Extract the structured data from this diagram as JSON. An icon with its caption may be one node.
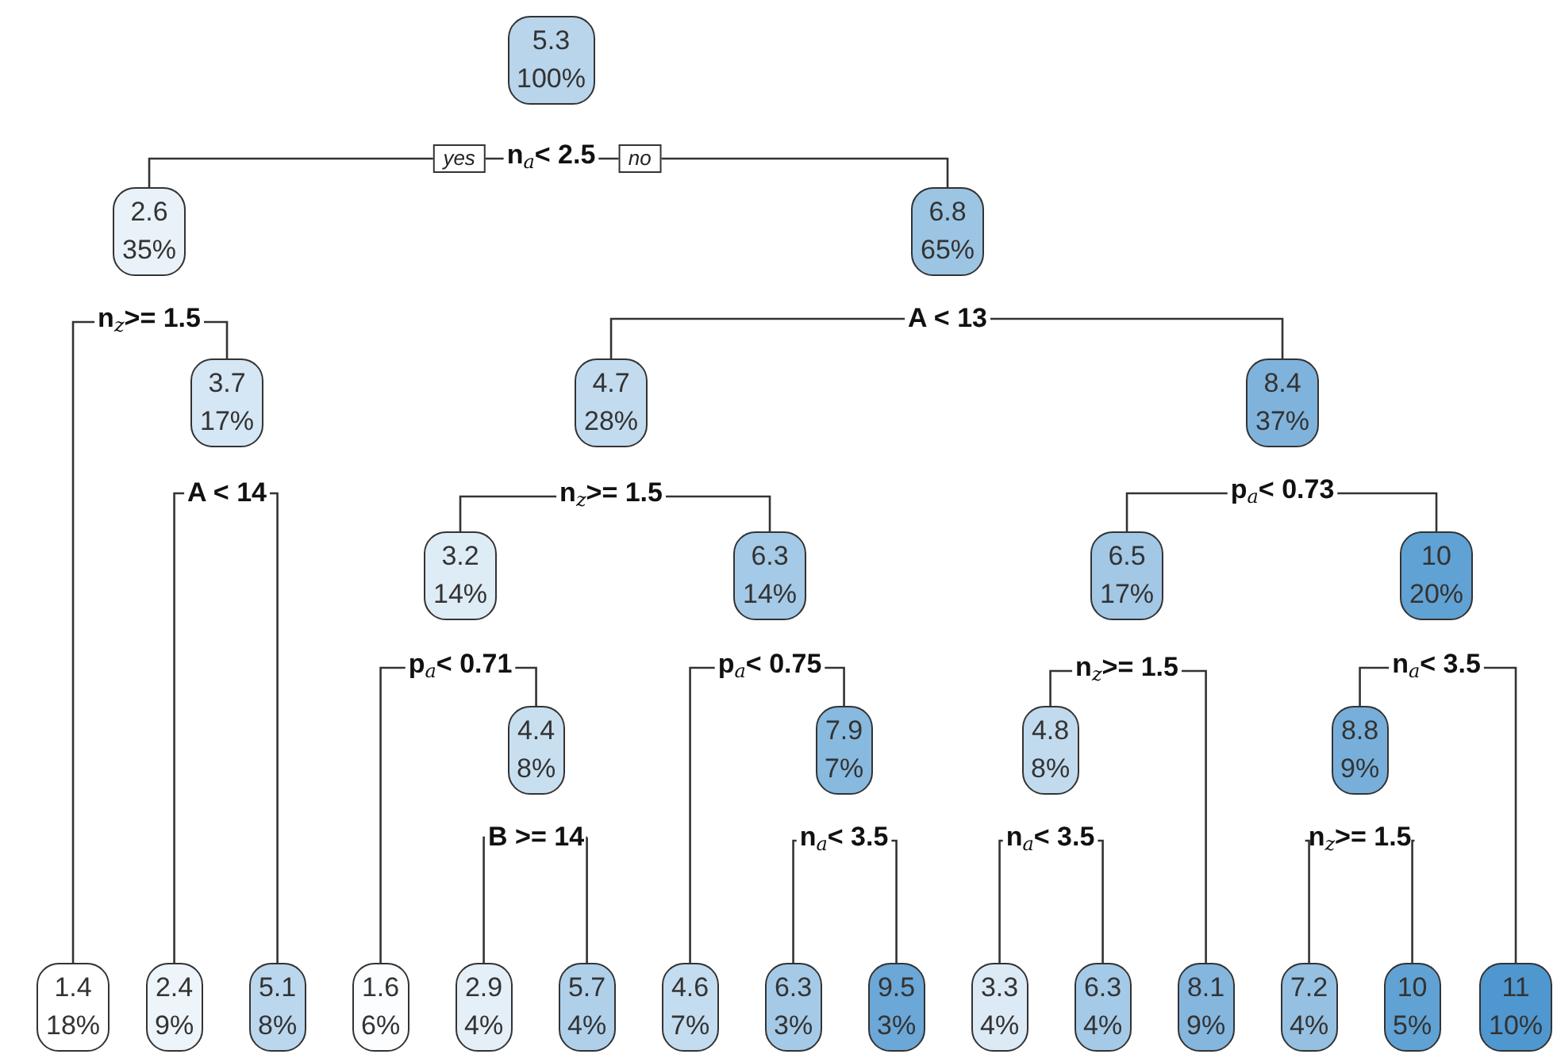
{
  "diagram": {
    "nodes": [
      {
        "text": [
          "5.3",
          "100%"
        ],
        "beside": [
          "n$_{a}$< 2.5"
        ]
      },
      {
        "text": [
          "2.6",
          "35%"
        ],
        "beside": [
          "n$_{z}$>= 1.5"
        ]
      },
      {
        "text": [
          "6.8",
          "65%"
        ],
        "beside": [
          "A < 13"
        ]
      },
      {
        "text": [
          "3.7",
          "17%"
        ],
        "beside": [
          "A < 14"
        ]
      },
      {
        "text": [
          "4.7",
          "28%"
        ],
        "beside": [
          "n$_{z}$>= 1.5"
        ]
      },
      {
        "text": [
          "8.4",
          "37%"
        ],
        "beside": [
          "p$_{a}$< 0.73"
        ]
      },
      {
        "text": [
          "3.2",
          "14%"
        ],
        "beside": [
          "p$_{a}$< 0.71"
        ]
      },
      {
        "text": [
          "6.3",
          "14%"
        ],
        "beside": [
          "p$_{a}$< 0.75"
        ]
      },
      {
        "text": [
          "6.5",
          "17%"
        ],
        "beside": [
          "n$_{z}$>= 1.5"
        ]
      },
      {
        "text": [
          "10",
          "20%"
        ],
        "beside": [
          "n$_{a}$< 3.5"
        ]
      },
      {
        "text": [
          "4.4",
          "8%"
        ],
        "beside": [
          "B >= 14"
        ]
      },
      {
        "text": [
          "7.9",
          "7%"
        ],
        "beside": [
          "n$_{a}$< 3.5"
        ]
      },
      {
        "text": [
          "4.8",
          "8%"
        ],
        "beside": [
          "n$_{a}$< 3.5"
        ]
      },
      {
        "text": [
          "8.8",
          "9%"
        ],
        "beside": [
          "n$_{z}$>= 1.5"
        ]
      },
      {
        "text": [
          "1.4",
          "18%"
        ]
      },
      {
        "text": [
          "2.4",
          "9%"
        ]
      },
      {
        "text": [
          "5.1",
          "8%"
        ]
      },
      {
        "text": [
          "1.6",
          "6%"
        ]
      },
      {
        "text": [
          "2.9",
          "4%"
        ]
      },
      {
        "text": [
          "5.7",
          "4%"
        ]
      },
      {
        "text": [
          "4.6",
          "7%"
        ]
      },
      {
        "text": [
          "6.3",
          "3%"
        ]
      },
      {
        "text": [
          "9.5",
          "3%"
        ]
      },
      {
        "text": [
          "3.3",
          "4%"
        ]
      },
      {
        "text": [
          "6.3",
          "4%"
        ]
      },
      {
        "text": [
          "8.1",
          "9%"
        ]
      },
      {
        "text": [
          "7.2",
          "4%"
        ]
      },
      {
        "text": [
          "10",
          "5%"
        ]
      },
      {
        "text": [
          "11",
          "10%"
        ]
      }
    ],
    "edges": [
      {
        "from": 0,
        "to": 1,
        "arrow": "none",
        "label": "yes"
      },
      {
        "from": 0,
        "to": 2,
        "arrow": "none",
        "label": "no"
      },
      {
        "from": 1,
        "to": 14,
        "arrow": "none"
      },
      {
        "from": 1,
        "to": 3,
        "arrow": "none"
      },
      {
        "from": 3,
        "to": 15,
        "arrow": "none"
      },
      {
        "from": 3,
        "to": 16,
        "arrow": "none"
      },
      {
        "from": 2,
        "to": 4,
        "arrow": "none"
      },
      {
        "from": 2,
        "to": 5,
        "arrow": "none"
      },
      {
        "from": 4,
        "to": 6,
        "arrow": "none"
      },
      {
        "from": 4,
        "to": 7,
        "arrow": "none"
      },
      {
        "from": 6,
        "to": 17,
        "arrow": "none"
      },
      {
        "from": 6,
        "to": 10,
        "arrow": "none"
      },
      {
        "from": 10,
        "to": 18,
        "arrow": "none"
      },
      {
        "from": 10,
        "to": 19,
        "arrow": "none"
      },
      {
        "from": 7,
        "to": 20,
        "arrow": "none"
      },
      {
        "from": 7,
        "to": 11,
        "arrow": "none"
      },
      {
        "from": 11,
        "to": 21,
        "arrow": "none"
      },
      {
        "from": 11,
        "to": 22,
        "arrow": "none"
      },
      {
        "from": 5,
        "to": 8,
        "arrow": "none"
      },
      {
        "from": 5,
        "to": 9,
        "arrow": "none"
      },
      {
        "from": 8,
        "to": 12,
        "arrow": "none"
      },
      {
        "from": 8,
        "to": 25,
        "arrow": "none"
      },
      {
        "from": 12,
        "to": 23,
        "arrow": "none"
      },
      {
        "from": 12,
        "to": 24,
        "arrow": "none"
      },
      {
        "from": 9,
        "to": 13,
        "arrow": "none"
      },
      {
        "from": 9,
        "to": 28,
        "arrow": "none"
      },
      {
        "from": 13,
        "to": 26,
        "arrow": "none"
      },
      {
        "from": 13,
        "to": 27,
        "arrow": "none"
      }
    ]
  }
}
